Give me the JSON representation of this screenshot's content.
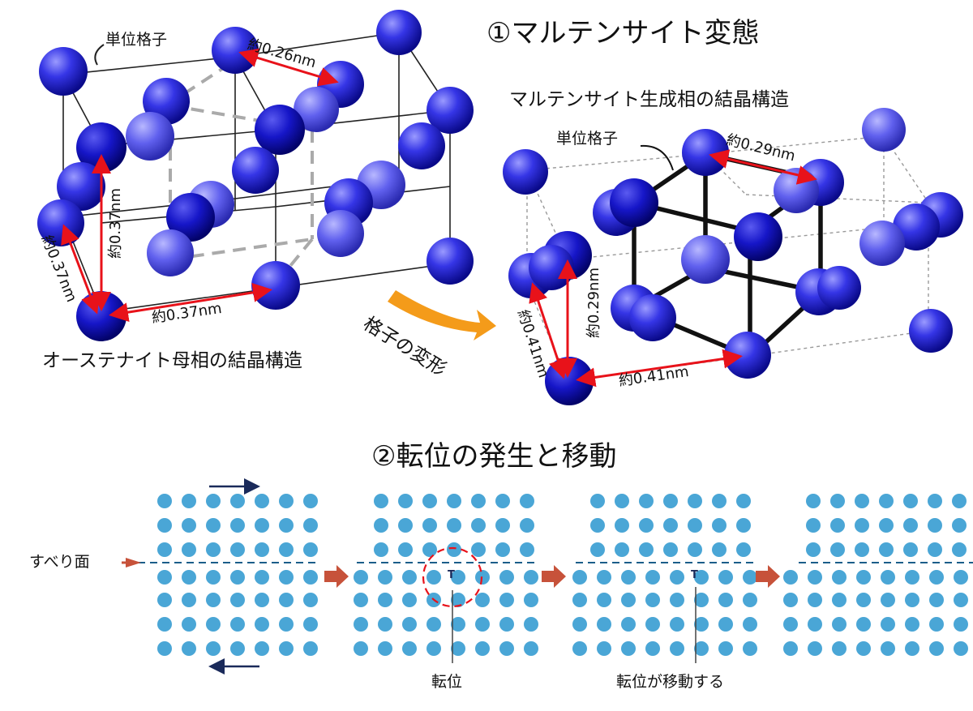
{
  "section1": {
    "title": "①マルテンサイト変態",
    "austenite": {
      "caption": "オーステナイト母相の結晶構造",
      "unit_cell": "単位格子",
      "dim_top": "約0.26nm",
      "dim_vertical": "約0.37nm",
      "dim_diagonal": "約0.37nm",
      "dim_bottom": "約0.37nm"
    },
    "transform_label": "格子の変形",
    "martensite": {
      "caption": "マルテンサイト生成相の結晶構造",
      "unit_cell": "単位格子",
      "dim_top": "約0.29nm",
      "dim_vertical": "約0.29nm",
      "dim_diagonal": "約0.41nm",
      "dim_bottom": "約0.41nm"
    }
  },
  "section2": {
    "title": "②転位の発生と移動",
    "slip_plane": "すべり面",
    "dislocation": "転位",
    "dislocation_moves": "転位が移動する",
    "dislocation_symbol": "T"
  },
  "colors": {
    "atom": "#2b2bd6",
    "atom_dark": "#0a0a8a",
    "measure": "#e8121a",
    "transform_arrow": "#f49b1a",
    "dot": "#4aa6d6",
    "slip_line": "#1b5e8a",
    "step_arrow": "#c7523a",
    "shear_arrow": "#1a2a5a"
  }
}
